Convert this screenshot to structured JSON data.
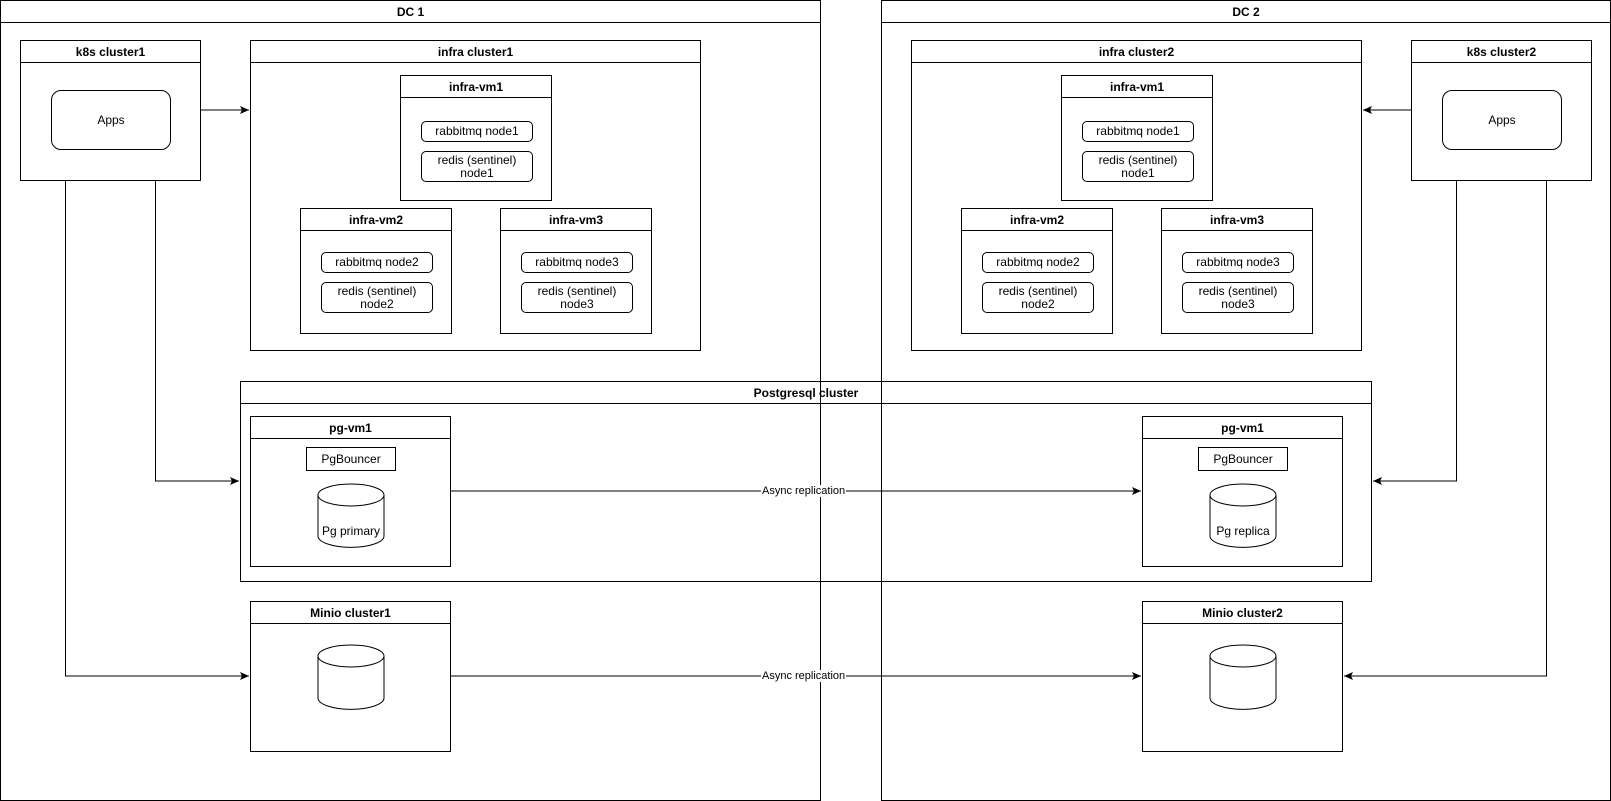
{
  "dc1": {
    "title": "DC 1"
  },
  "dc2": {
    "title": "DC 2"
  },
  "k8s1": {
    "title": "k8s cluster1",
    "apps": "Apps"
  },
  "k8s2": {
    "title": "k8s cluster2",
    "apps": "Apps"
  },
  "infra1": {
    "title": "infra cluster1",
    "vm1": {
      "title": "infra-vm1",
      "rabbit": "rabbitmq node1",
      "redis": "redis (sentinel)\nnode1"
    },
    "vm2": {
      "title": "infra-vm2",
      "rabbit": "rabbitmq node2",
      "redis": "redis (sentinel)\nnode2"
    },
    "vm3": {
      "title": "infra-vm3",
      "rabbit": "rabbitmq node3",
      "redis": "redis (sentinel)\nnode3"
    }
  },
  "infra2": {
    "title": "infra cluster2",
    "vm1": {
      "title": "infra-vm1",
      "rabbit": "rabbitmq node1",
      "redis": "redis (sentinel)\nnode1"
    },
    "vm2": {
      "title": "infra-vm2",
      "rabbit": "rabbitmq node2",
      "redis": "redis (sentinel)\nnode2"
    },
    "vm3": {
      "title": "infra-vm3",
      "rabbit": "rabbitmq node3",
      "redis": "redis (sentinel)\nnode3"
    }
  },
  "pg": {
    "title": "Postgresql cluster",
    "vm_left": {
      "title": "pg-vm1",
      "bouncer": "PgBouncer",
      "db": "Pg primary"
    },
    "vm_right": {
      "title": "pg-vm1",
      "bouncer": "PgBouncer",
      "db": "Pg replica"
    },
    "replication": "Async replication"
  },
  "minio": {
    "left": {
      "title": "Minio cluster1"
    },
    "right": {
      "title": "Minio cluster2"
    },
    "replication": "Async replication"
  }
}
